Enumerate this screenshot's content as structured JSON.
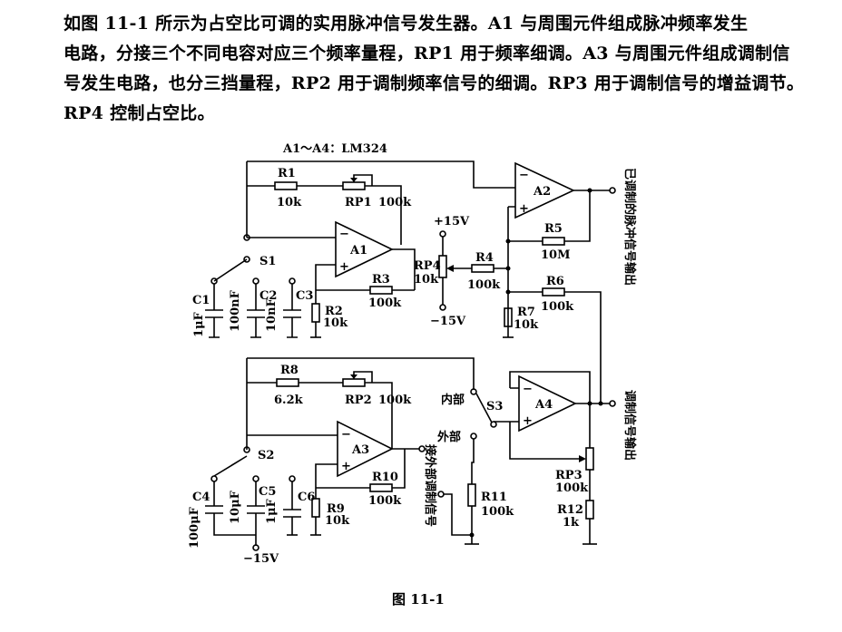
{
  "description": {
    "lines": [
      "如图 11-1 所示为占空比可调的实用脉冲信号发生器。A1 与周围元件组成脉冲频率发生",
      "电路，分接三个不同电容对应三个频率量程，RP1 用于频率细调。A3 与周围元件组成调制信",
      "号发生电路，也分三挡量程，RP2 用于调制频率信号的细调。RP3 用于调制信号的增益调节。",
      "RP4 控制占空比。"
    ]
  },
  "circuit": {
    "ic_note": "A1～A4：LM324",
    "opamps": [
      "A1",
      "A2",
      "A3",
      "A4"
    ],
    "components": {
      "R1": {
        "name": "R1",
        "value": "10k"
      },
      "RP1": {
        "name": "RP1",
        "value": "100k"
      },
      "R2": {
        "name": "R2",
        "value": "10k"
      },
      "R3": {
        "name": "R3",
        "value": "100k"
      },
      "RP4": {
        "name": "RP4",
        "value": "10k"
      },
      "R4": {
        "name": "R4",
        "value": "100k"
      },
      "R5": {
        "name": "R5",
        "value": "10M"
      },
      "R6": {
        "name": "R6",
        "value": "100k"
      },
      "R7": {
        "name": "R7",
        "value": "10k"
      },
      "R8": {
        "name": "R8",
        "value": "6.2k"
      },
      "RP2": {
        "name": "RP2",
        "value": "100k"
      },
      "R9": {
        "name": "R9",
        "value": "10k"
      },
      "R10": {
        "name": "R10",
        "value": "100k"
      },
      "R11": {
        "name": "R11",
        "value": "100k"
      },
      "RP3": {
        "name": "RP3",
        "value": "100k"
      },
      "R12": {
        "name": "R12",
        "value": "1k"
      },
      "C1": {
        "name": "C1",
        "value": "1μF"
      },
      "C2": {
        "name": "C2",
        "value": "100nF"
      },
      "C3": {
        "name": "C3",
        "value": "10nF"
      },
      "C4": {
        "name": "C4",
        "value": "100μF"
      },
      "C5": {
        "name": "C5",
        "value": "10μF"
      },
      "C6": {
        "name": "C6",
        "value": "1μF"
      }
    },
    "switches": [
      "S1",
      "S2",
      "S3"
    ],
    "supply": {
      "pos": "+15V",
      "neg": "−15V",
      "neg_bottom": "−15V"
    },
    "labels": {
      "internal": "内部",
      "external": "外部",
      "external_input": "接外部调制信号",
      "modulated_output": "已调制的脉冲信号输出",
      "modulation_output": "调制信号输出"
    },
    "plus": "+",
    "minus": "−"
  },
  "caption": "图 11-1"
}
